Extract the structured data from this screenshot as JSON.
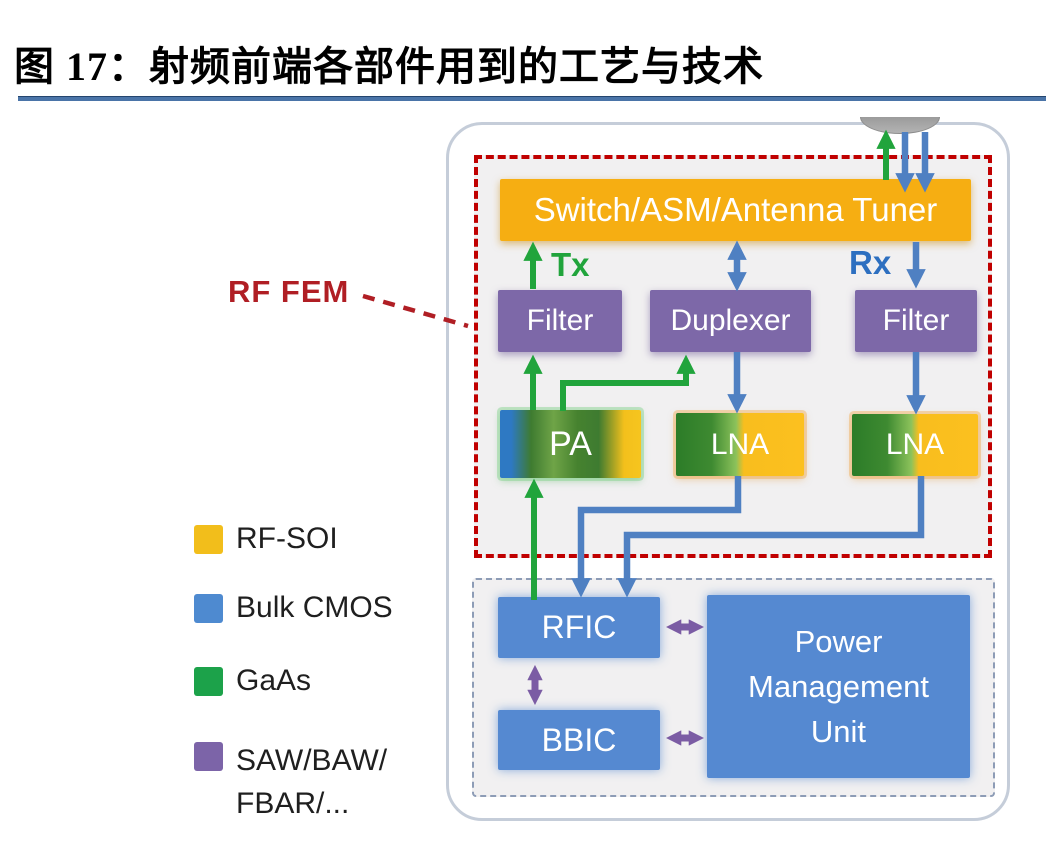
{
  "figure": {
    "title": "图 17：射频前端各部件用到的工艺与技术"
  },
  "diagram": {
    "rf_fem": {
      "label": "RF FEM",
      "switch": "Switch/ASM/Antenna Tuner",
      "tx_label": "Tx",
      "rx_label": "Rx",
      "filter_tx": "Filter",
      "duplexer": "Duplexer",
      "filter_rx": "Filter",
      "pa": "PA",
      "lna_mid": "LNA",
      "lna_right": "LNA"
    },
    "baseband": {
      "rfic": "RFIC",
      "bbic": "BBIC",
      "pmu": "Power Management Unit"
    }
  },
  "legend": {
    "items": [
      {
        "label": "RF-SOI",
        "color": "#F2BE1B"
      },
      {
        "label": "Bulk CMOS",
        "color": "#4E8AD0"
      },
      {
        "label": "GaAs",
        "color": "#1CA24A"
      },
      {
        "label": "SAW/BAW/FBAR/...",
        "lines": [
          "SAW/BAW/",
          "FBAR/..."
        ],
        "color": "#7C64A8"
      }
    ]
  },
  "colors": {
    "rf_soi_yellow": "#F2BE1B",
    "bulk_cmos_blue": "#4E8AD0",
    "gaas_green": "#1CA24A",
    "saw_purple": "#7C64A8",
    "chip_blue": "#5589D1",
    "switch_orange": "#F6AE12",
    "box_purple": "#7D68A8",
    "arrow_green": "#21A43C",
    "arrow_blue": "#4F80C2",
    "arrow_purple": "#7B5CA4",
    "fem_red": "#C00000",
    "fem_label_red": "#B01E24",
    "tx_green": "#21A43C",
    "rx_blue": "#2D6FC0",
    "rule_blue": "#4A74A8"
  }
}
